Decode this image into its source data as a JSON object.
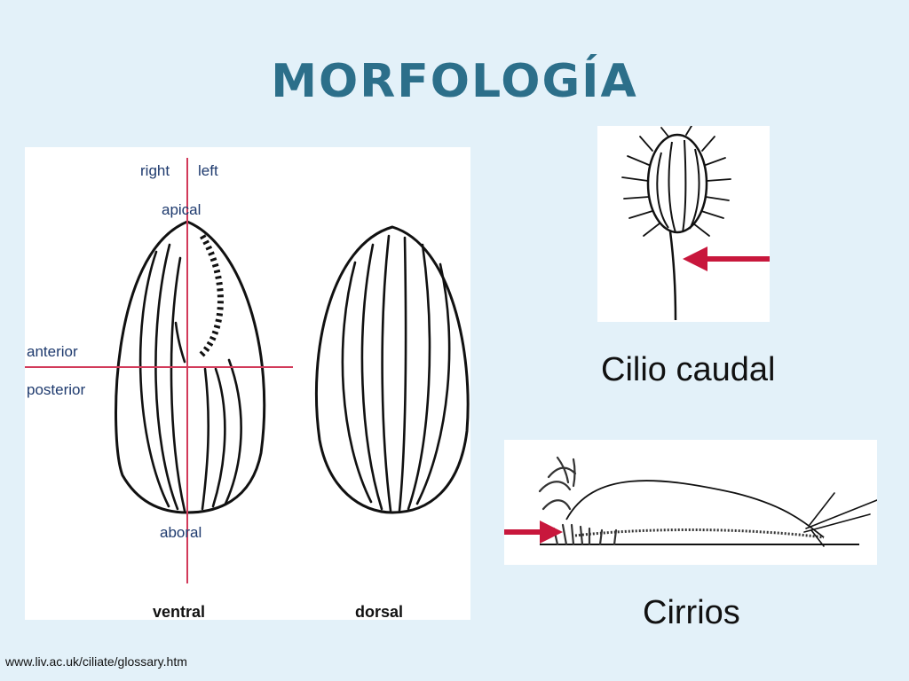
{
  "title": "MORFOLOGÍA",
  "diagram": {
    "labels": {
      "right": "right",
      "left": "left",
      "apical": "apical",
      "anterior": "anterior",
      "posterior": "posterior",
      "aboral": "aboral",
      "ventral": "ventral",
      "dorsal": "dorsal"
    },
    "colors": {
      "axis": "#d23a5a",
      "outline": "#111111"
    }
  },
  "captions": {
    "caudal": "Cilio caudal",
    "cirri": "Cirrios"
  },
  "source": "www.liv.ac.uk/ciliate/glossary.htm",
  "colors": {
    "title": "#2c6f8a",
    "background": "#e3f1f9",
    "arrow": "#c8173c"
  }
}
